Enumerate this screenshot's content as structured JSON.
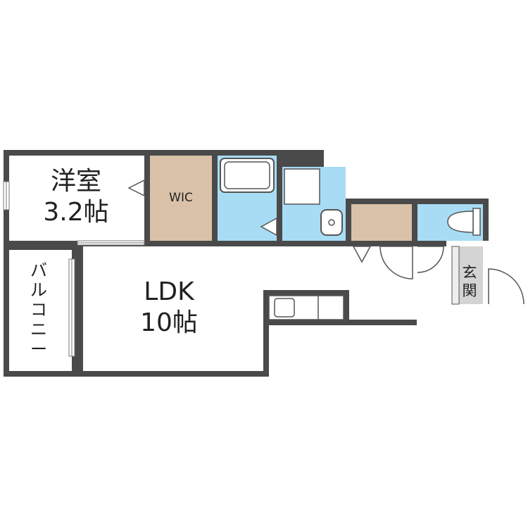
{
  "floorplan": {
    "rooms": {
      "western_room": {
        "name": "洋室",
        "size": "3.2帖"
      },
      "wic": {
        "name": "WIC"
      },
      "ldk": {
        "name": "LDK",
        "size": "10帖"
      },
      "balcony": {
        "name": "バルコニー"
      },
      "entrance": {
        "name": "玄関"
      }
    },
    "colors": {
      "wall": "#4a4a4a",
      "wet_area": "#a8dcf5",
      "storage": "#d9c2a8",
      "floor": "#ffffff",
      "fixture": "#ffffff",
      "entrance_floor": "#d4d4d4"
    }
  }
}
